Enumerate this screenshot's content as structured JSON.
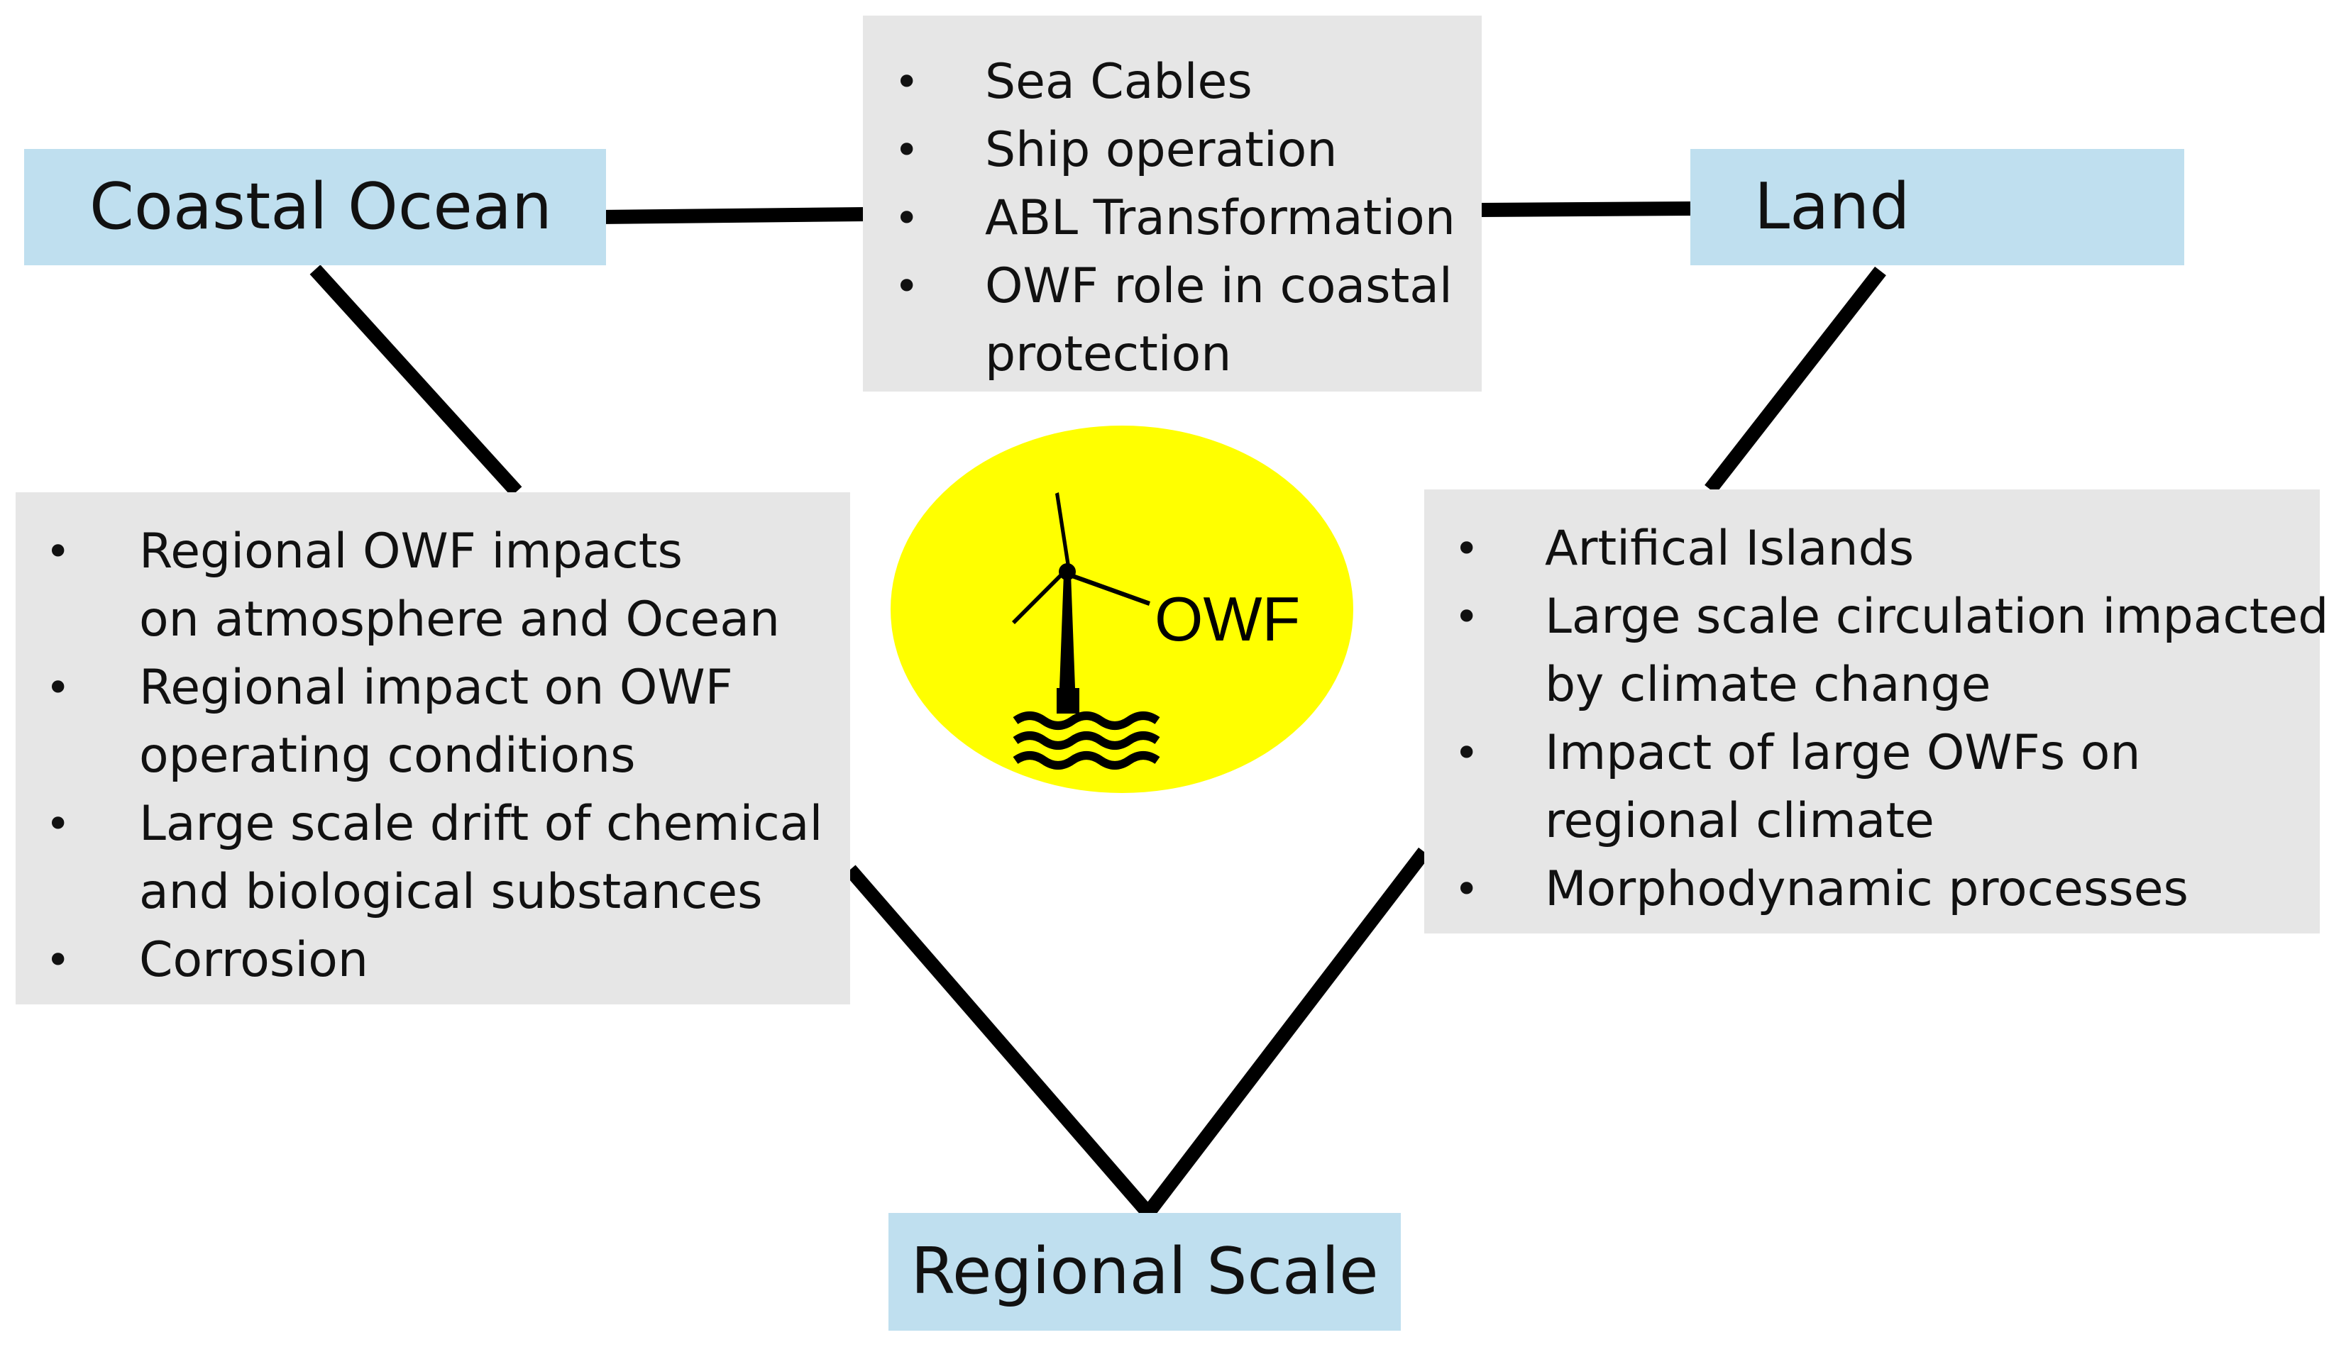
{
  "diagram": {
    "center": {
      "label": "OWF",
      "icon": "offshore-wind-turbine-icon",
      "fill": "#ffff00"
    },
    "nodes": {
      "coastal_ocean": "Coastal Ocean",
      "land": "Land",
      "regional_scale": "Regional Scale"
    },
    "top_box": {
      "items": [
        "Sea Cables",
        "Ship operation",
        "ABL Transformation",
        [
          "OWF role in coastal",
          "protection"
        ]
      ]
    },
    "left_box": {
      "items": [
        [
          "Regional OWF impacts",
          "on atmosphere and Ocean"
        ],
        [
          "Regional impact on OWF",
          "operating conditions"
        ],
        [
          "Large scale drift of chemical",
          "and biological substances"
        ],
        "Corrosion"
      ]
    },
    "right_box": {
      "items": [
        "Artifical Islands",
        [
          "Large scale circulation impacted",
          "by climate change"
        ],
        [
          "Impact of large OWFs on",
          "regional climate"
        ],
        "Morphodynamic processes"
      ]
    },
    "colors": {
      "node_fill": "#bfdfef",
      "box_fill": "#e6e6e6",
      "connector": "#000000",
      "owf_circle": "#ffff00"
    },
    "bullet_symbol": "•"
  }
}
